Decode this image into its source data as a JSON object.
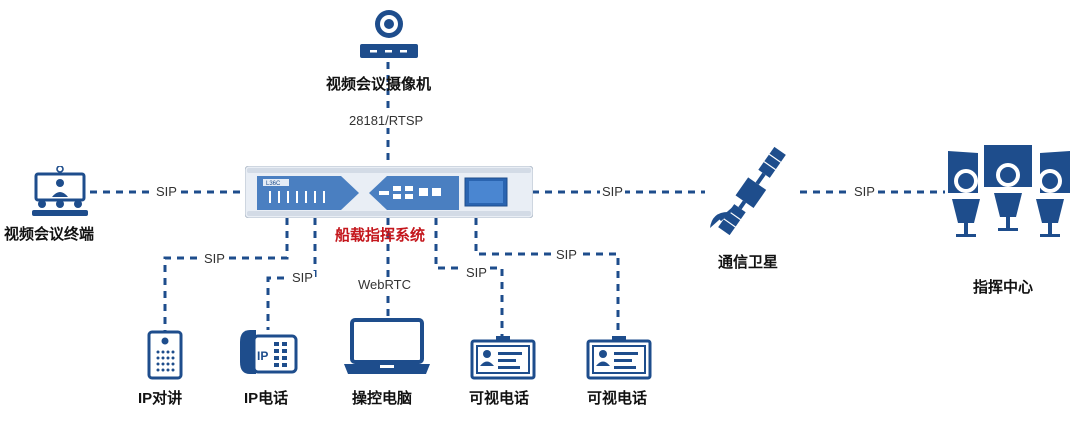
{
  "nodes": {
    "camera": "视频会议摄像机",
    "conference_terminal": "视频会议终端",
    "system": "船载指挥系统",
    "satellite": "通信卫星",
    "command_center": "指挥中心",
    "ip_intercom": "IP对讲",
    "ip_phone": "IP电话",
    "console_pc": "操控电脑",
    "video_phone_1": "可视电话",
    "video_phone_2": "可视电话"
  },
  "links": {
    "camera": "28181/RTSP",
    "terminal": "SIP",
    "satellite": "SIP",
    "center": "SIP",
    "intercom": "SIP",
    "ip_phone": "SIP",
    "pc": "WebRTC",
    "video_phone_1": "SIP",
    "video_phone_2": "SIP"
  },
  "device_panel_label": "L36C",
  "colors": {
    "primary": "#1e4d8c",
    "panel": "#4a7fc1",
    "accent": "#c4161c"
  }
}
